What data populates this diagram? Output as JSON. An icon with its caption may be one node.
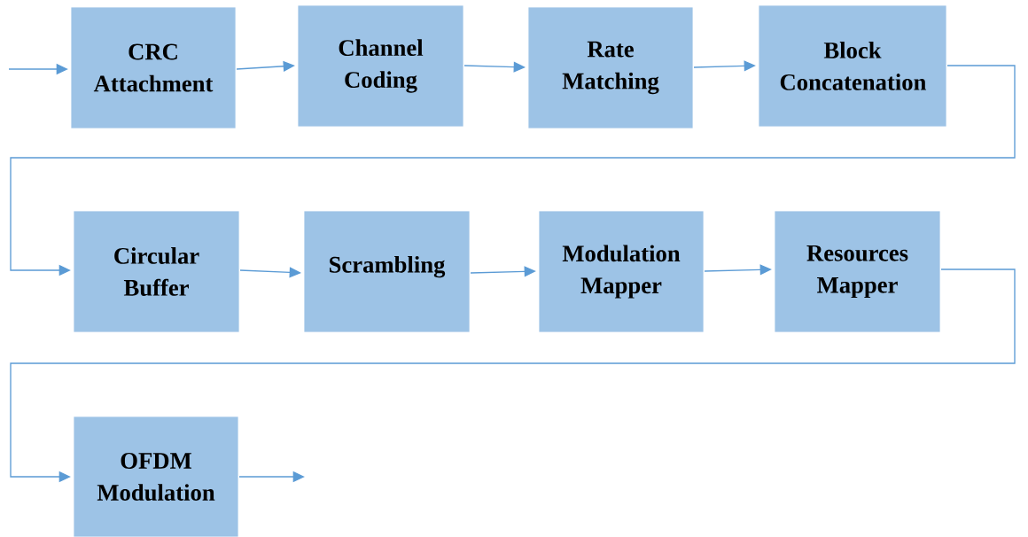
{
  "diagram": {
    "nodes": [
      {
        "text": [
          "CRC Attachment"
        ]
      },
      {
        "text": [
          "Channel Coding"
        ]
      },
      {
        "text": [
          "Rate Matching"
        ]
      },
      {
        "text": [
          "Block Concatenation"
        ]
      },
      {
        "text": [
          "Circular Buffer"
        ]
      },
      {
        "text": [
          "Scrambling"
        ]
      },
      {
        "text": [
          "Modulation Mapper"
        ]
      },
      {
        "text": [
          "Resources Mapper"
        ]
      },
      {
        "text": [
          "OFDM Modulation"
        ]
      }
    ],
    "edges": [
      {
        "from": null,
        "to": 0,
        "arrow": "to"
      },
      {
        "from": 0,
        "to": 1,
        "arrow": "to"
      },
      {
        "from": 1,
        "to": 2,
        "arrow": "to"
      },
      {
        "from": 2,
        "to": 3,
        "arrow": "to"
      },
      {
        "from": 3,
        "to": 4,
        "arrow": "to"
      },
      {
        "from": 4,
        "to": 5,
        "arrow": "to"
      },
      {
        "from": 5,
        "to": 6,
        "arrow": "to"
      },
      {
        "from": 6,
        "to": 7,
        "arrow": "to"
      },
      {
        "from": 7,
        "to": 8,
        "arrow": "to"
      },
      {
        "from": 8,
        "to": null,
        "arrow": "to"
      }
    ]
  }
}
